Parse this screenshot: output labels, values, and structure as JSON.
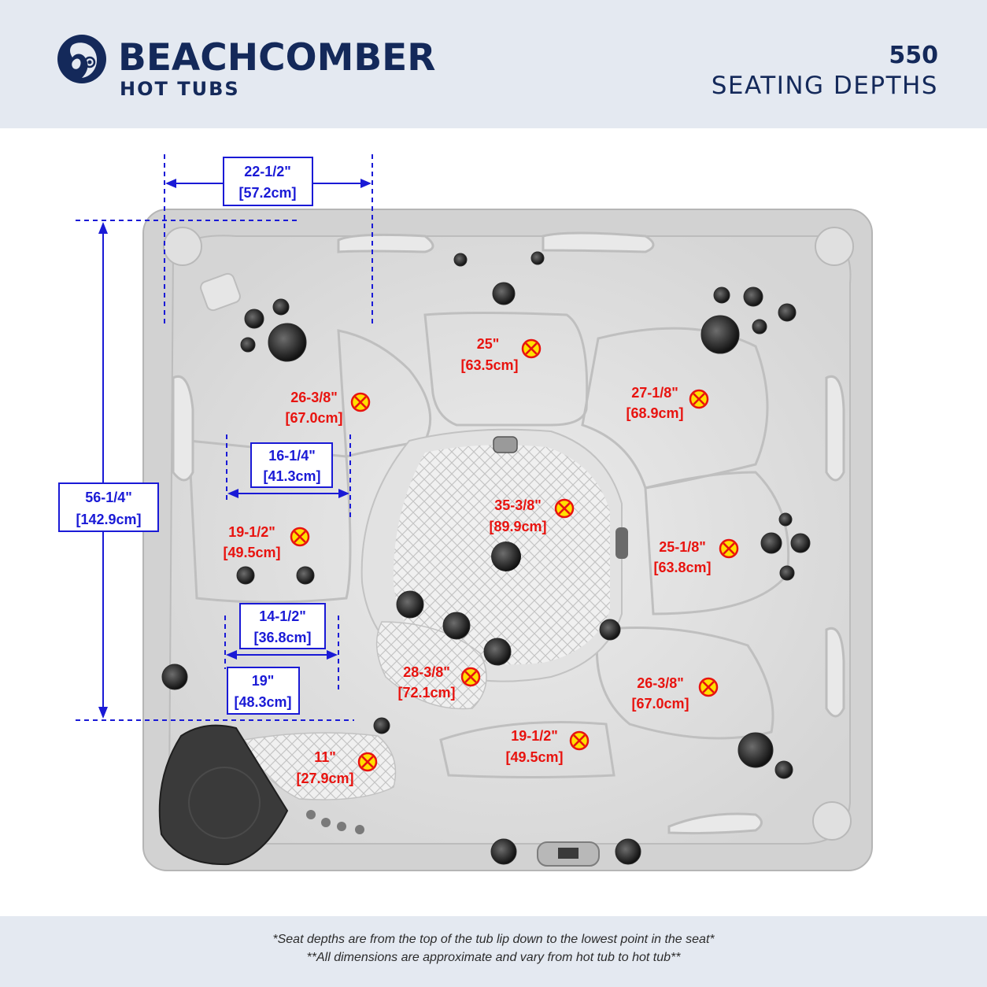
{
  "header": {
    "brand": "BEACHCOMBER",
    "brand_sub": "HOT TUBS",
    "model": "550",
    "subtitle": "SEATING DEPTHS"
  },
  "footer": {
    "note1": "*Seat depths are from the top of the tub lip down to the lowest point in the seat*",
    "note2": "**All dimensions are approximate and vary from hot tub to hot tub**"
  },
  "colors": {
    "brand": "#14295a",
    "band": "#e4e9f1",
    "dimension": "#1a1ad6",
    "depth_text": "#e8130f",
    "marker_fill": "#ffe000",
    "marker_stroke": "#e8130f"
  },
  "seat_depths": [
    {
      "inches": "25\"",
      "cm": "[63.5cm]"
    },
    {
      "inches": "26-3/8\"",
      "cm": "[67.0cm]"
    },
    {
      "inches": "27-1/8\"",
      "cm": "[68.9cm]"
    },
    {
      "inches": "35-3/8\"",
      "cm": "[89.9cm]"
    },
    {
      "inches": "19-1/2\"",
      "cm": "[49.5cm]"
    },
    {
      "inches": "25-1/8\"",
      "cm": "[63.8cm]"
    },
    {
      "inches": "28-3/8\"",
      "cm": "[72.1cm]"
    },
    {
      "inches": "26-3/8\"",
      "cm": "[67.0cm]"
    },
    {
      "inches": "19-1/2\"",
      "cm": "[49.5cm]"
    },
    {
      "inches": "11\"",
      "cm": "[27.9cm]"
    }
  ],
  "dimensions": [
    {
      "inches": "22-1/2\"",
      "cm": "[57.2cm]"
    },
    {
      "inches": "56-1/4\"",
      "cm": "[142.9cm]"
    },
    {
      "inches": "16-1/4\"",
      "cm": "[41.3cm]"
    },
    {
      "inches": "14-1/2\"",
      "cm": "[36.8cm]"
    },
    {
      "inches": "19\"",
      "cm": "[48.3cm]"
    }
  ],
  "icons": {
    "logo": "mermaid-logo-icon",
    "marker": "seat-marker-icon"
  }
}
